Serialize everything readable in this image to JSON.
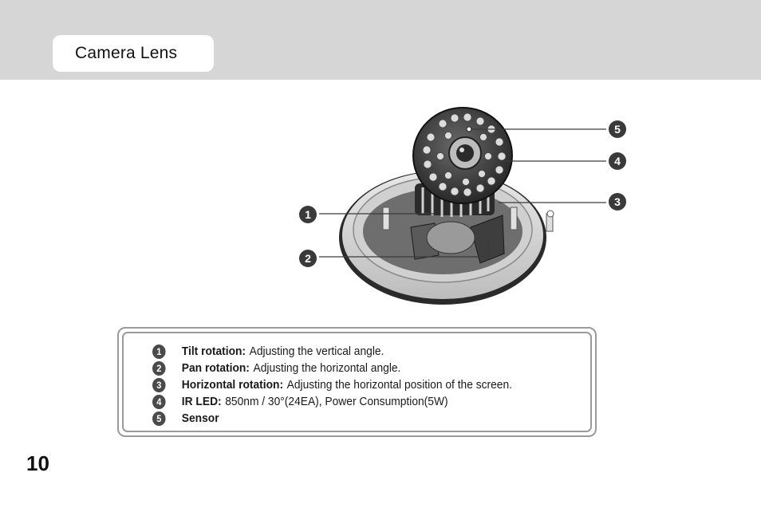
{
  "header": {
    "title": "Camera Lens"
  },
  "callouts": [
    "1",
    "2",
    "3",
    "4",
    "5"
  ],
  "legend": {
    "items": [
      {
        "num": "1",
        "term": "Tilt rotation:",
        "desc": "Adjusting the vertical angle."
      },
      {
        "num": "2",
        "term": "Pan rotation:",
        "desc": "Adjusting the horizontal angle."
      },
      {
        "num": "3",
        "term": "Horizontal rotation:",
        "desc": "Adjusting the horizontal position of the screen."
      },
      {
        "num": "4",
        "term": "IR LED:",
        "desc": "850nm / 30°(24EA), Power Consumption(5W)"
      },
      {
        "num": "5",
        "term": "Sensor",
        "desc": ""
      }
    ]
  },
  "page": {
    "number": "10"
  }
}
